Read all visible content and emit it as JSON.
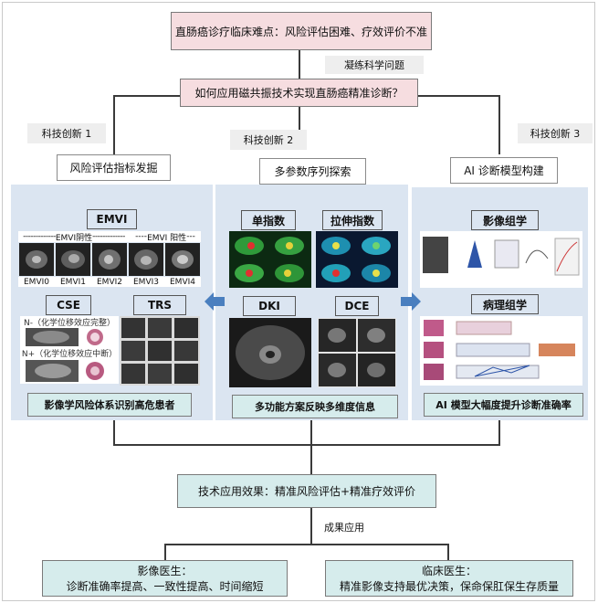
{
  "top_box": "直肠癌诊疗临床难点：风险评估困难、疗效评价不准",
  "refine_label": "凝练科学问题",
  "question_box": "如何应用磁共振技术实现直肠癌精准诊断？",
  "innovations": [
    "科技创新 1",
    "科技创新 2",
    "科技创新 3"
  ],
  "branch_titles": [
    "风险评估指标发掘",
    "多参数序列探索",
    "AI 诊断模型构建"
  ],
  "left_panel": {
    "emvi_tag": "EMVI",
    "emvi_neg": "EMVI阴性",
    "emvi_pos": "EMVI 阳性",
    "emvi_grades": [
      "EMVI0",
      "EMVI1",
      "EMVI2",
      "EMVI3",
      "EMVI4"
    ],
    "cse_tag": "CSE",
    "trs_tag": "TRS",
    "cse_neg": "N-（化学位移效应完整）",
    "cse_pos": "N+（化学位移效应中断）",
    "footer": "影像学风险体系识别高危患者"
  },
  "middle_panel": {
    "tags": [
      "单指数",
      "拉伸指数",
      "DKI",
      "DCE"
    ],
    "footer": "多功能方案反映多维度信息"
  },
  "right_panel": {
    "radiomics_tag": "影像组学",
    "pathomics_tag": "病理组学",
    "footer": "AI 模型大幅度提升诊断准确率"
  },
  "effect_box": "技术应用效果：精准风险评估+精准疗效评价",
  "result_label": "成果应用",
  "bottom_left": {
    "title": "影像医生：",
    "text": "诊断准确率提高、一致性提高、时间缩短"
  },
  "bottom_right": {
    "title": "临床医生：",
    "text": "精准影像支持最优决策，保命保肛保生存质量"
  },
  "colors": {
    "pink": "#f6dde0",
    "panel_blue": "#dbe5f1",
    "teal": "#d6ecec",
    "arrow_blue": "#4a7fbf"
  }
}
